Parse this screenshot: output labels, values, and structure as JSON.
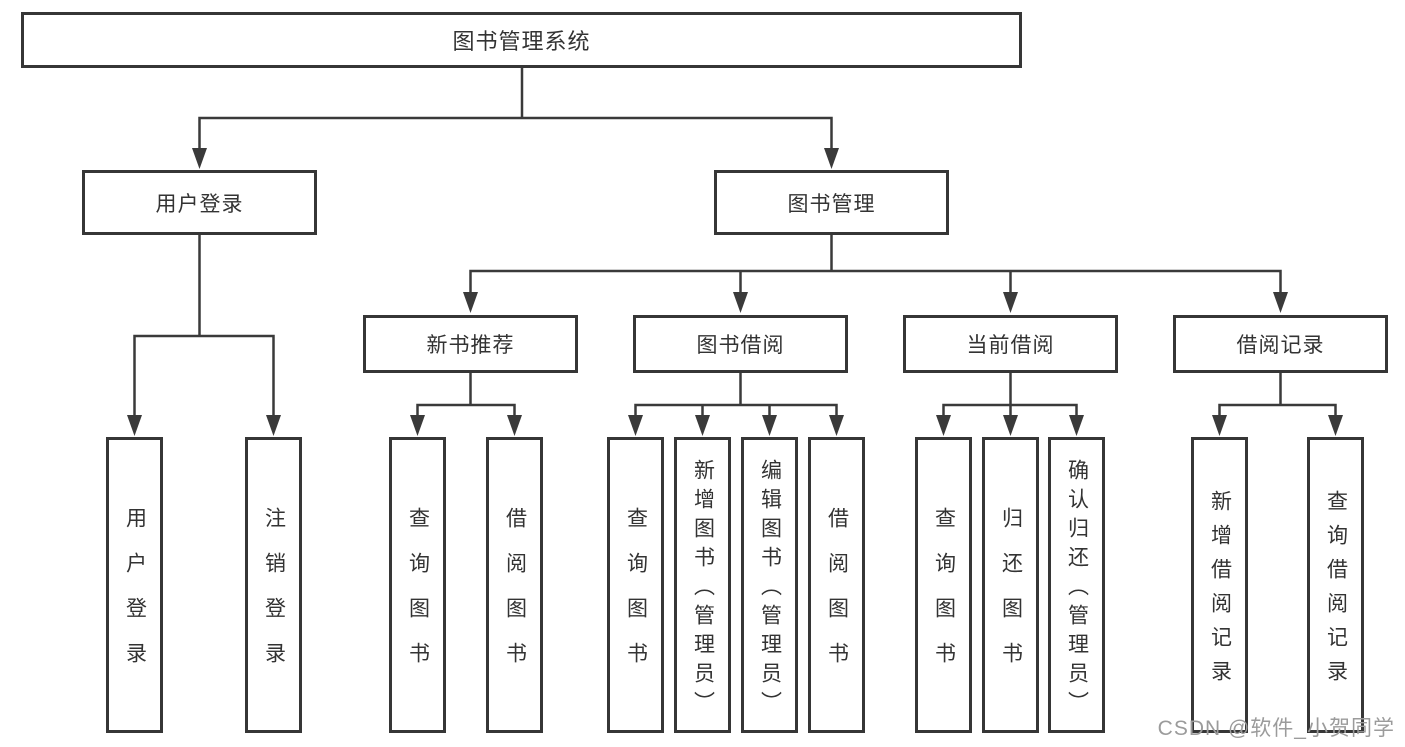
{
  "diagram_type": "hierarchy-tree",
  "colors": {
    "line": "#3a3a3a",
    "box_border": "#363636",
    "text": "#333333",
    "watermark": "#9b9b9b",
    "background": "#ffffff"
  },
  "tree": {
    "root": {
      "label": "图书管理系统"
    },
    "branches": [
      {
        "label": "用户登录",
        "leaves": [
          {
            "label": "用户登录"
          },
          {
            "label": "注销登录"
          }
        ]
      },
      {
        "label": "图书管理",
        "groups": [
          {
            "label": "新书推荐",
            "leaves": [
              {
                "label": "查询图书"
              },
              {
                "label": "借阅图书"
              }
            ]
          },
          {
            "label": "图书借阅",
            "leaves": [
              {
                "label": "查询图书"
              },
              {
                "label": "新增图书（管理员）"
              },
              {
                "label": "编辑图书（管理员）"
              },
              {
                "label": "借阅图书"
              }
            ]
          },
          {
            "label": "当前借阅",
            "leaves": [
              {
                "label": "查询图书"
              },
              {
                "label": "归还图书"
              },
              {
                "label": "确认归还（管理员）"
              }
            ]
          },
          {
            "label": "借阅记录",
            "leaves": [
              {
                "label": "新增借阅记录"
              },
              {
                "label": "查询借阅记录"
              }
            ]
          }
        ]
      }
    ]
  },
  "watermark": {
    "text": "CSDN @软件_小贺同学"
  }
}
